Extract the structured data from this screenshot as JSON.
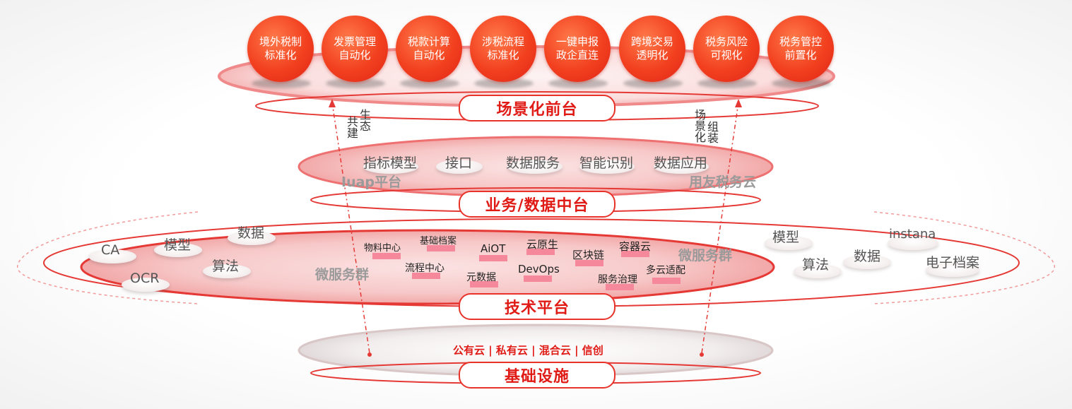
{
  "front": {
    "items": [
      {
        "line1": "境外税制",
        "line2": "标准化"
      },
      {
        "line1": "发票管理",
        "line2": "自动化"
      },
      {
        "line1": "税款计算",
        "line2": "自动化"
      },
      {
        "line1": "涉税流程",
        "line2": "标准化"
      },
      {
        "line1": "一键申报",
        "line2": "政企直连"
      },
      {
        "line1": "跨境交易",
        "line2": "透明化"
      },
      {
        "line1": "税务风险",
        "line2": "可视化"
      },
      {
        "line1": "税务管控",
        "line2": "前置化"
      }
    ],
    "title": "场景化前台"
  },
  "middle": {
    "items": [
      "指标模型",
      "接口",
      "数据服务",
      "智能识别",
      "数据应用"
    ],
    "left_platform": "Iuap平台",
    "right_platform": "用友税务云",
    "title": "业务/数据中台"
  },
  "side_labels": {
    "left_col1": "共建",
    "left_col2": "生态",
    "right_col1": "场景化",
    "right_col2": "组装"
  },
  "tech": {
    "title": "技术平台",
    "microservice_left": "微服务群",
    "microservice_right": "微服务群",
    "center": [
      "物料中心",
      "基础档案",
      "AiOT",
      "云原生",
      "区块链",
      "容器云",
      "流程中心",
      "元数据",
      "DevOps",
      "服务治理",
      "多云适配"
    ],
    "left_items": [
      "CA",
      "模型",
      "数据",
      "OCR",
      "算法"
    ],
    "right_items": [
      "模型",
      "instana",
      "算法",
      "数据",
      "电子档案"
    ]
  },
  "infra": {
    "clouds": "公有云 | 私有云 | 混合云 | 信创",
    "title": "基础设施"
  },
  "colors": {
    "accent": "#e8322a",
    "pill_text": "#e01b16",
    "bubble": "#f2401f",
    "hex_bar": "#f5889a"
  }
}
